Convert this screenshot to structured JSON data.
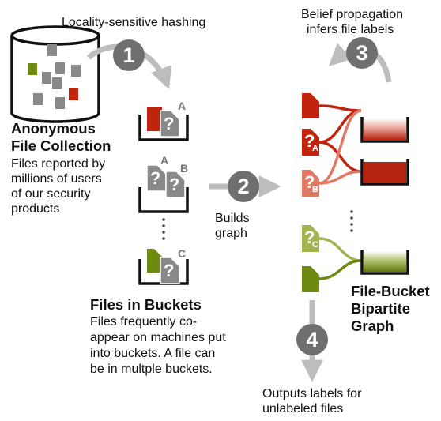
{
  "step1": {
    "number": "1",
    "label": "Locality-sensitive hashing"
  },
  "step2": {
    "number": "2",
    "label_lines": [
      "Builds",
      "graph"
    ]
  },
  "step3": {
    "number": "3",
    "label_lines": [
      "Belief propagation",
      "infers file labels"
    ]
  },
  "step4": {
    "number": "4",
    "label_lines": [
      "Outputs labels for",
      "unlabeled files"
    ]
  },
  "collection": {
    "title_lines": [
      "Anonymous",
      "File Collection"
    ],
    "desc_lines": [
      "Files reported by",
      "millions of users",
      "of our security",
      "products"
    ]
  },
  "buckets": {
    "title": "Files in Buckets",
    "desc_lines": [
      "Files frequently co-",
      "appear on machines put",
      "into buckets. A file can",
      "be in multple buckets."
    ],
    "file_letters": {
      "a": "A",
      "b": "B",
      "c": "C"
    },
    "unknown_mark": "?"
  },
  "graph": {
    "title_lines": [
      "File-Bucket",
      "Bipartite",
      "Graph"
    ],
    "file_letters": {
      "a": "A",
      "b": "B",
      "c": "C"
    },
    "unknown_mark": "?"
  },
  "colors": {
    "malware_red": "#c0240e",
    "light_red": "#e07864",
    "olive": "#6f8a10",
    "light_olive": "#a3b44e",
    "gray_file": "#888888",
    "circle_gray": "#6f6f6f",
    "arrow_gray": "#bdbdbd"
  }
}
